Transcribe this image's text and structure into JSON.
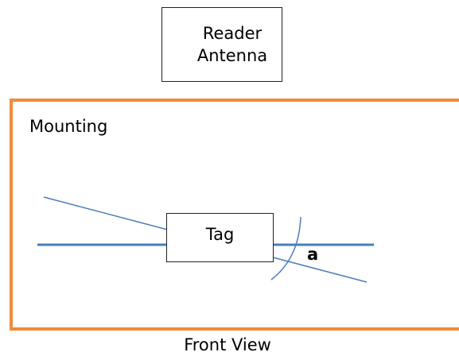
{
  "reader_antenna": {
    "line1": "Reader",
    "line2": "Antenna"
  },
  "mounting": {
    "label": "Mounting",
    "border_color": "#F08B3C"
  },
  "tag": {
    "label": "Tag"
  },
  "angle": {
    "label": "a"
  },
  "view": {
    "label": "Front View"
  },
  "colors": {
    "line_blue": "#4A7DBB",
    "box_border": "#222222"
  }
}
